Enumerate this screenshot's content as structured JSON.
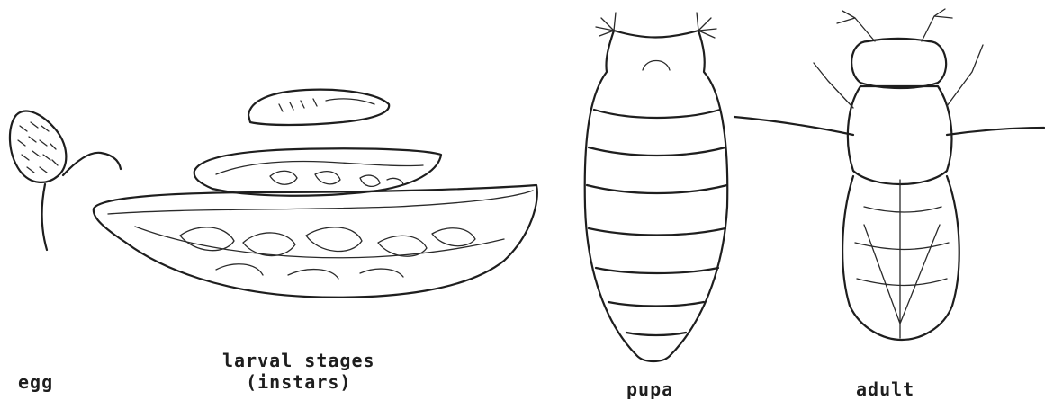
{
  "figure": {
    "stages": [
      {
        "id": "egg",
        "label": "egg"
      },
      {
        "id": "larva",
        "label": "larval stages",
        "sublabel": "(instars)"
      },
      {
        "id": "pupa",
        "label": "pupa"
      },
      {
        "id": "adult",
        "label": "adult"
      }
    ]
  }
}
